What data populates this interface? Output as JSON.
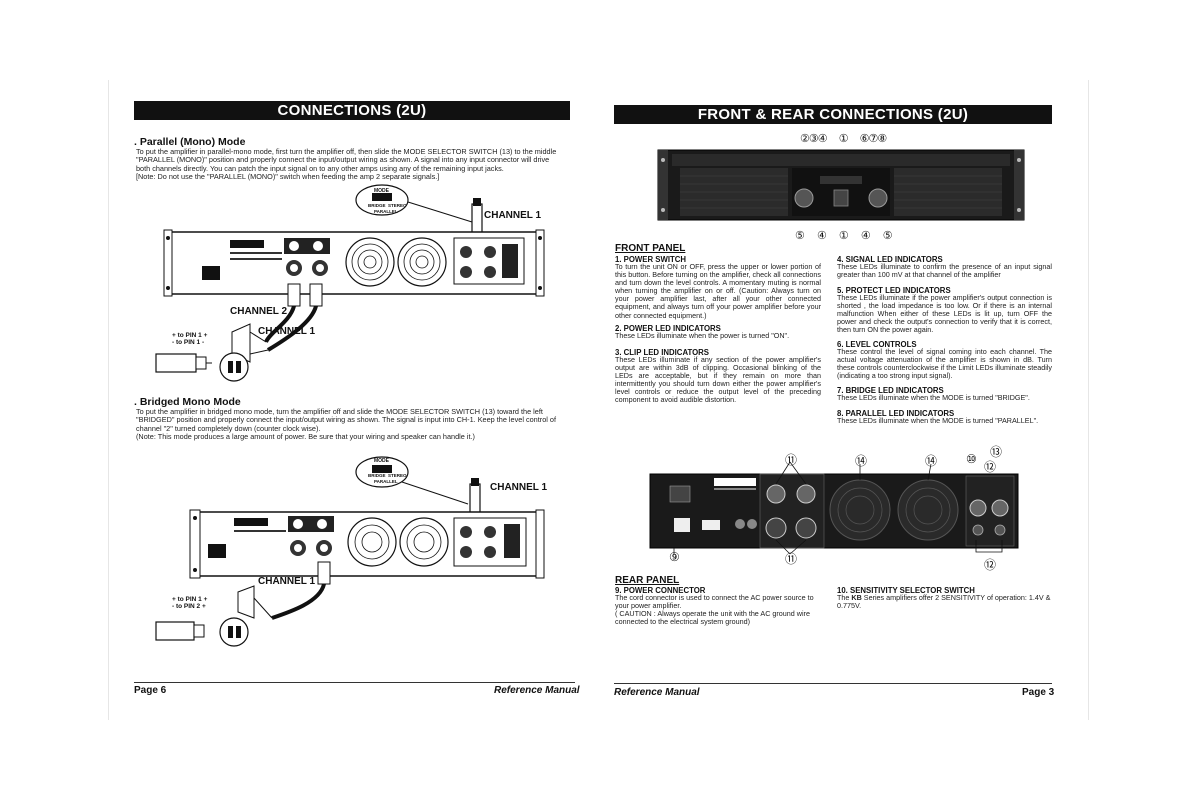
{
  "left_page": {
    "title": "CONNECTIONS (2U)",
    "parallel": {
      "heading": ". Parallel (Mono) Mode",
      "lines": [
        "To put the amplifier in parallel-mono mode, first turn the amplifier off,  then slide the  MODE SELECTOR SWITCH (13)  to the middle",
        "\"PARALLEL (MONO)\" position and properly connect the input/output wiring as shown.  A signal into any input connector will drive",
        "both channels directly. You can patch the input signal on to any other amps using any of the remaining input jacks.",
        "[Note:  Do not use the \"PARALLEL (MONO)\" switch when feeding the amp 2 separate signals.]"
      ],
      "label_channel1_in": "CHANNEL 1",
      "label_channel2": "CHANNEL 2",
      "label_channel1_out": "CHANNEL 1",
      "pin_plus": "+ to PIN 1 +",
      "pin_minus": "- to PIN 1 -",
      "mode_label": "MODE",
      "mode_bridge": "BRIDGE",
      "mode_stereo": "STEREO",
      "mode_parallel": "PARALLEL"
    },
    "bridged": {
      "heading": ". Bridged Mono Mode",
      "lines": [
        "To put the amplifier in bridged mono mode, turn the amplifier off and slide the MODE SELECTOR SWITCH (13) toward the left",
        "\"BRIDGED\" position and properly connect the input/output wiring as shown. The signal is input into CH-1.  Keep the level control of",
        " channel \"2\" turned completely down (counter clock wise).",
        "(Note: This mode produces a large amount of power. Be sure that your wiring and speaker can handle it.)"
      ],
      "label_channel1_in": "CHANNEL 1",
      "label_channel1_out": "CHANNEL 1",
      "pin_plus": "+ to PIN 1 +",
      "pin_minus": "- to PIN 2 +",
      "mode_label": "MODE",
      "mode_bridge": "BRIDGE",
      "mode_stereo": "STEREO",
      "mode_parallel": "PARALLEL"
    },
    "footer_left": "Page 6",
    "footer_right": "Reference Manual"
  },
  "right_page": {
    "title": "FRONT & REAR CONNECTIONS (2U)",
    "front_callouts_top": [
      "②",
      "③",
      "④",
      "①",
      "⑥",
      "⑦",
      "⑧"
    ],
    "front_callouts_bottom": [
      "⑤",
      "④",
      "①",
      "④",
      "⑤"
    ],
    "front_panel_heading": "FRONT PANEL",
    "front_items_left": [
      {
        "head": "1. POWER SWITCH",
        "body": "To turn the unit ON or OFF, press the upper or lower portion of this button. Before turning on the amplifier, check all connections and turn down the level controls. A momentary muting is normal when turning the amplifier on or off. (Caution: Always turn on your power amplifier last,  after all your other connected equipment, and always turn off your power amplifier before your other connected equipment.)"
      },
      {
        "head": "2. POWER LED INDICATORS",
        "body": "These LEDs illuminate when the power is turned \"ON\"."
      },
      {
        "head": "3. CLIP LED INDICATORS",
        "body": "These LEDs illuminate if any section of the power amplifier's output are within 3dB of clipping. Occasional blinking of the LEDs are acceptable, but if they remain on more than intermittently you should turn down either the power amplifier's level controls or reduce the output level of the preceding component to avoid audible distortion."
      }
    ],
    "front_items_right": [
      {
        "head": "4. SIGNAL LED INDICATORS",
        "body": "These LEDs illuminate to confirm the presence of an input signal greater than 100 mV at that channel of the amplifier"
      },
      {
        "head": "5. PROTECT LED INDICATORS",
        "body": "These LEDs illuminate if the power amplifier's output connection is shorted , the load impedance is too low. Or if there is an internal malfunction When either of these LEDs is lit up, turn OFF the power and check the output's connection to verify that it is correct, then turn ON the power again."
      },
      {
        "head": "6. LEVEL CONTROLS",
        "body": "These control the level of signal coming into each channel. The actual voltage attenuation of the amplifier is shown in dB. Turn these controls counterclockwise if the Limit LEDs illuminate steadily (indicating a too strong input signal)."
      },
      {
        "head": "7. BRIDGE LED INDICATORS",
        "body": "These LEDs illuminate when  the  MODE is turned \"BRIDGE\"."
      },
      {
        "head": "8. PARALLEL  LED INDICATORS",
        "body": "These LEDs illuminate when  the  MODE is turned \"PARALLEL\"."
      }
    ],
    "rear_callouts": {
      "c11": "⑪",
      "c14a": "⑭",
      "c14b": "⑭",
      "c10": "⑩",
      "c12": "⑫",
      "c13": "⑬",
      "c9": "⑨",
      "c11b": "⑪",
      "c12b": "⑫"
    },
    "rear_panel_heading": "REAR PANEL",
    "rear_items_left": [
      {
        "head": "9. POWER CONNECTOR",
        "body": "The cord connector is used to connect the AC power source to your power amplifier.\n( CAUTION : Always operate the unit with the AC ground wire connected to the electrical system ground)"
      }
    ],
    "rear_items_right": [
      {
        "head": "10. SENSITIVITY SELECTOR SWITCH",
        "body_pre": "The ",
        "body_bold": "KB",
        "body_post": " Series amplifiers offer 2 SENSITIVITY of operation: 1.4V & 0.775V."
      }
    ],
    "footer_left": "Reference Manual",
    "footer_right": "Page 3"
  }
}
